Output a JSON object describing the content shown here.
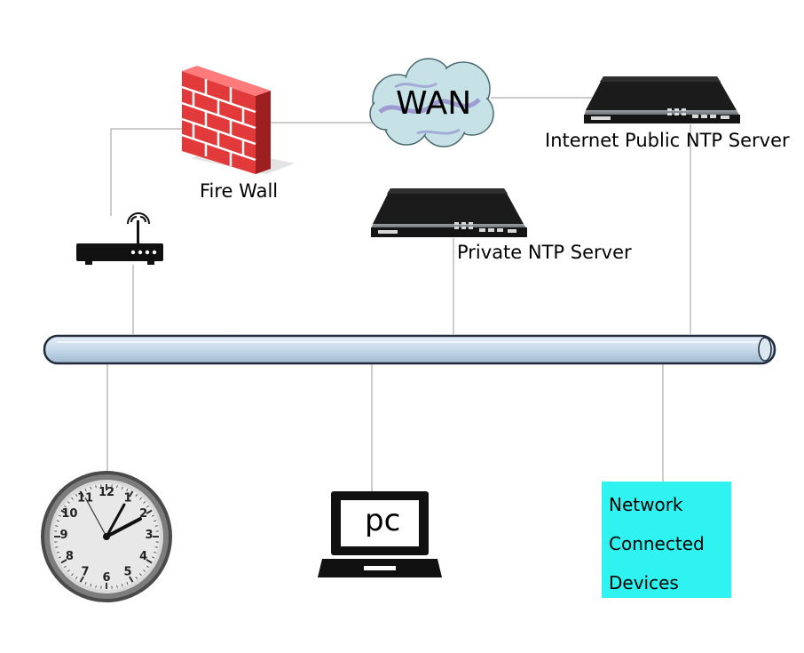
{
  "labels": {
    "wan": "WAN",
    "firewall": "Fire Wall",
    "public_ntp": "Internet Public NTP Server",
    "private_ntp": "Private NTP Server",
    "pc": "pc",
    "devices": [
      "Network",
      "Connected",
      "Devices"
    ]
  },
  "clock_numerals": [
    "12",
    "1",
    "2",
    "3",
    "4",
    "5",
    "6",
    "7",
    "8",
    "9",
    "10",
    "11"
  ],
  "colors": {
    "bus_fill": "#c9dcec",
    "bus_stroke": "#1f2b3a",
    "cloud_fill": "#c6e2e6",
    "cloud_swirl": "#8f83c9",
    "firewall_brick": "#e23a3a",
    "firewall_mortar": "#ffffff",
    "server_body": "#1b1b1b",
    "devices_box": "#2ef3f1",
    "connector": "#9a9a9a"
  },
  "icons": [
    "wan-cloud-icon",
    "firewall-icon",
    "router-icon",
    "ntp-server-icon",
    "wall-clock-icon",
    "laptop-icon"
  ]
}
